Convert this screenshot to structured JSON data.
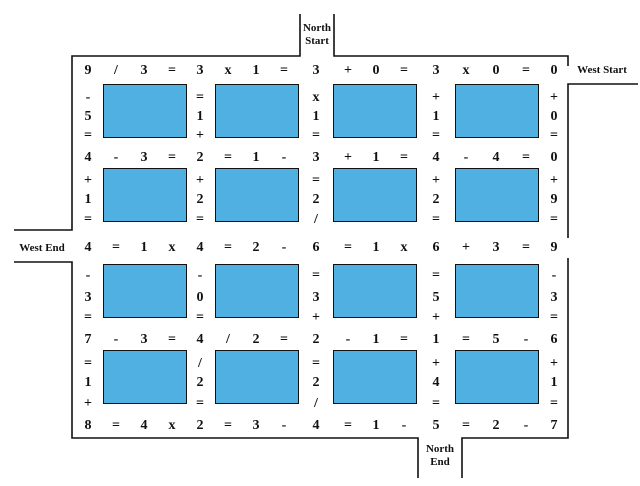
{
  "rows": [
    [
      "9",
      "/",
      "3",
      "=",
      "3",
      "x",
      "1",
      "=",
      "3",
      "+",
      "0",
      "=",
      "3",
      "x",
      "0",
      "=",
      "0"
    ],
    [
      "-",
      "",
      "",
      "",
      "=",
      "",
      "",
      "",
      "x",
      "",
      "",
      "",
      "+",
      "",
      "",
      "",
      "+"
    ],
    [
      "5",
      "",
      "",
      "",
      "1",
      "",
      "",
      "",
      "1",
      "",
      "",
      "",
      "1",
      "",
      "",
      "",
      "0"
    ],
    [
      "=",
      "",
      "",
      "",
      "+",
      "",
      "",
      "",
      "=",
      "",
      "",
      "",
      "=",
      "",
      "",
      "",
      "="
    ],
    [
      "4",
      "-",
      "3",
      "=",
      "2",
      "=",
      "1",
      "-",
      "3",
      "+",
      "1",
      "=",
      "4",
      "-",
      "4",
      "=",
      "0"
    ],
    [
      "+",
      "",
      "",
      "",
      "+",
      "",
      "",
      "",
      "=",
      "",
      "",
      "",
      "+",
      "",
      "",
      "",
      "+"
    ],
    [
      "1",
      "",
      "",
      "",
      "2",
      "",
      "",
      "",
      "2",
      "",
      "",
      "",
      "2",
      "",
      "",
      "",
      "9"
    ],
    [
      "=",
      "",
      "",
      "",
      "=",
      "",
      "",
      "",
      "/",
      "",
      "",
      "",
      "=",
      "",
      "",
      "",
      "="
    ],
    [
      "4",
      "=",
      "1",
      "x",
      "4",
      "=",
      "2",
      "-",
      "6",
      "=",
      "1",
      "x",
      "6",
      "+",
      "3",
      "=",
      "9"
    ],
    [
      "-",
      "",
      "",
      "",
      "-",
      "",
      "",
      "",
      "=",
      "",
      "",
      "",
      "=",
      "",
      "",
      "",
      "-"
    ],
    [
      "3",
      "",
      "",
      "",
      "0",
      "",
      "",
      "",
      "3",
      "",
      "",
      "",
      "5",
      "",
      "",
      "",
      "3"
    ],
    [
      "=",
      "",
      "",
      "",
      "=",
      "",
      "",
      "",
      "+",
      "",
      "",
      "",
      "+",
      "",
      "",
      "",
      "="
    ],
    [
      "7",
      "-",
      "3",
      "=",
      "4",
      "/",
      "2",
      "=",
      "2",
      "-",
      "1",
      "=",
      "1",
      "=",
      "5",
      "-",
      "6"
    ],
    [
      "=",
      "",
      "",
      "",
      "/",
      "",
      "",
      "",
      "=",
      "",
      "",
      "",
      "+",
      "",
      "",
      "",
      "+"
    ],
    [
      "1",
      "",
      "",
      "",
      "2",
      "",
      "",
      "",
      "2",
      "",
      "",
      "",
      "4",
      "",
      "",
      "",
      "1"
    ],
    [
      "+",
      "",
      "",
      "",
      "=",
      "",
      "",
      "",
      "/",
      "",
      "",
      "",
      "=",
      "",
      "",
      "",
      "="
    ],
    [
      "8",
      "=",
      "4",
      "x",
      "2",
      "=",
      "3",
      "-",
      "4",
      "=",
      "1",
      "-",
      "5",
      "=",
      "2",
      "-",
      "7"
    ]
  ],
  "labels": {
    "north_start": [
      "North",
      "Start"
    ],
    "west_start": "West Start",
    "west_end": "West End",
    "north_end": [
      "North",
      "End"
    ]
  },
  "colors": {
    "block": "#50b0e2",
    "wall": "#111111",
    "background": "#ffffff"
  }
}
